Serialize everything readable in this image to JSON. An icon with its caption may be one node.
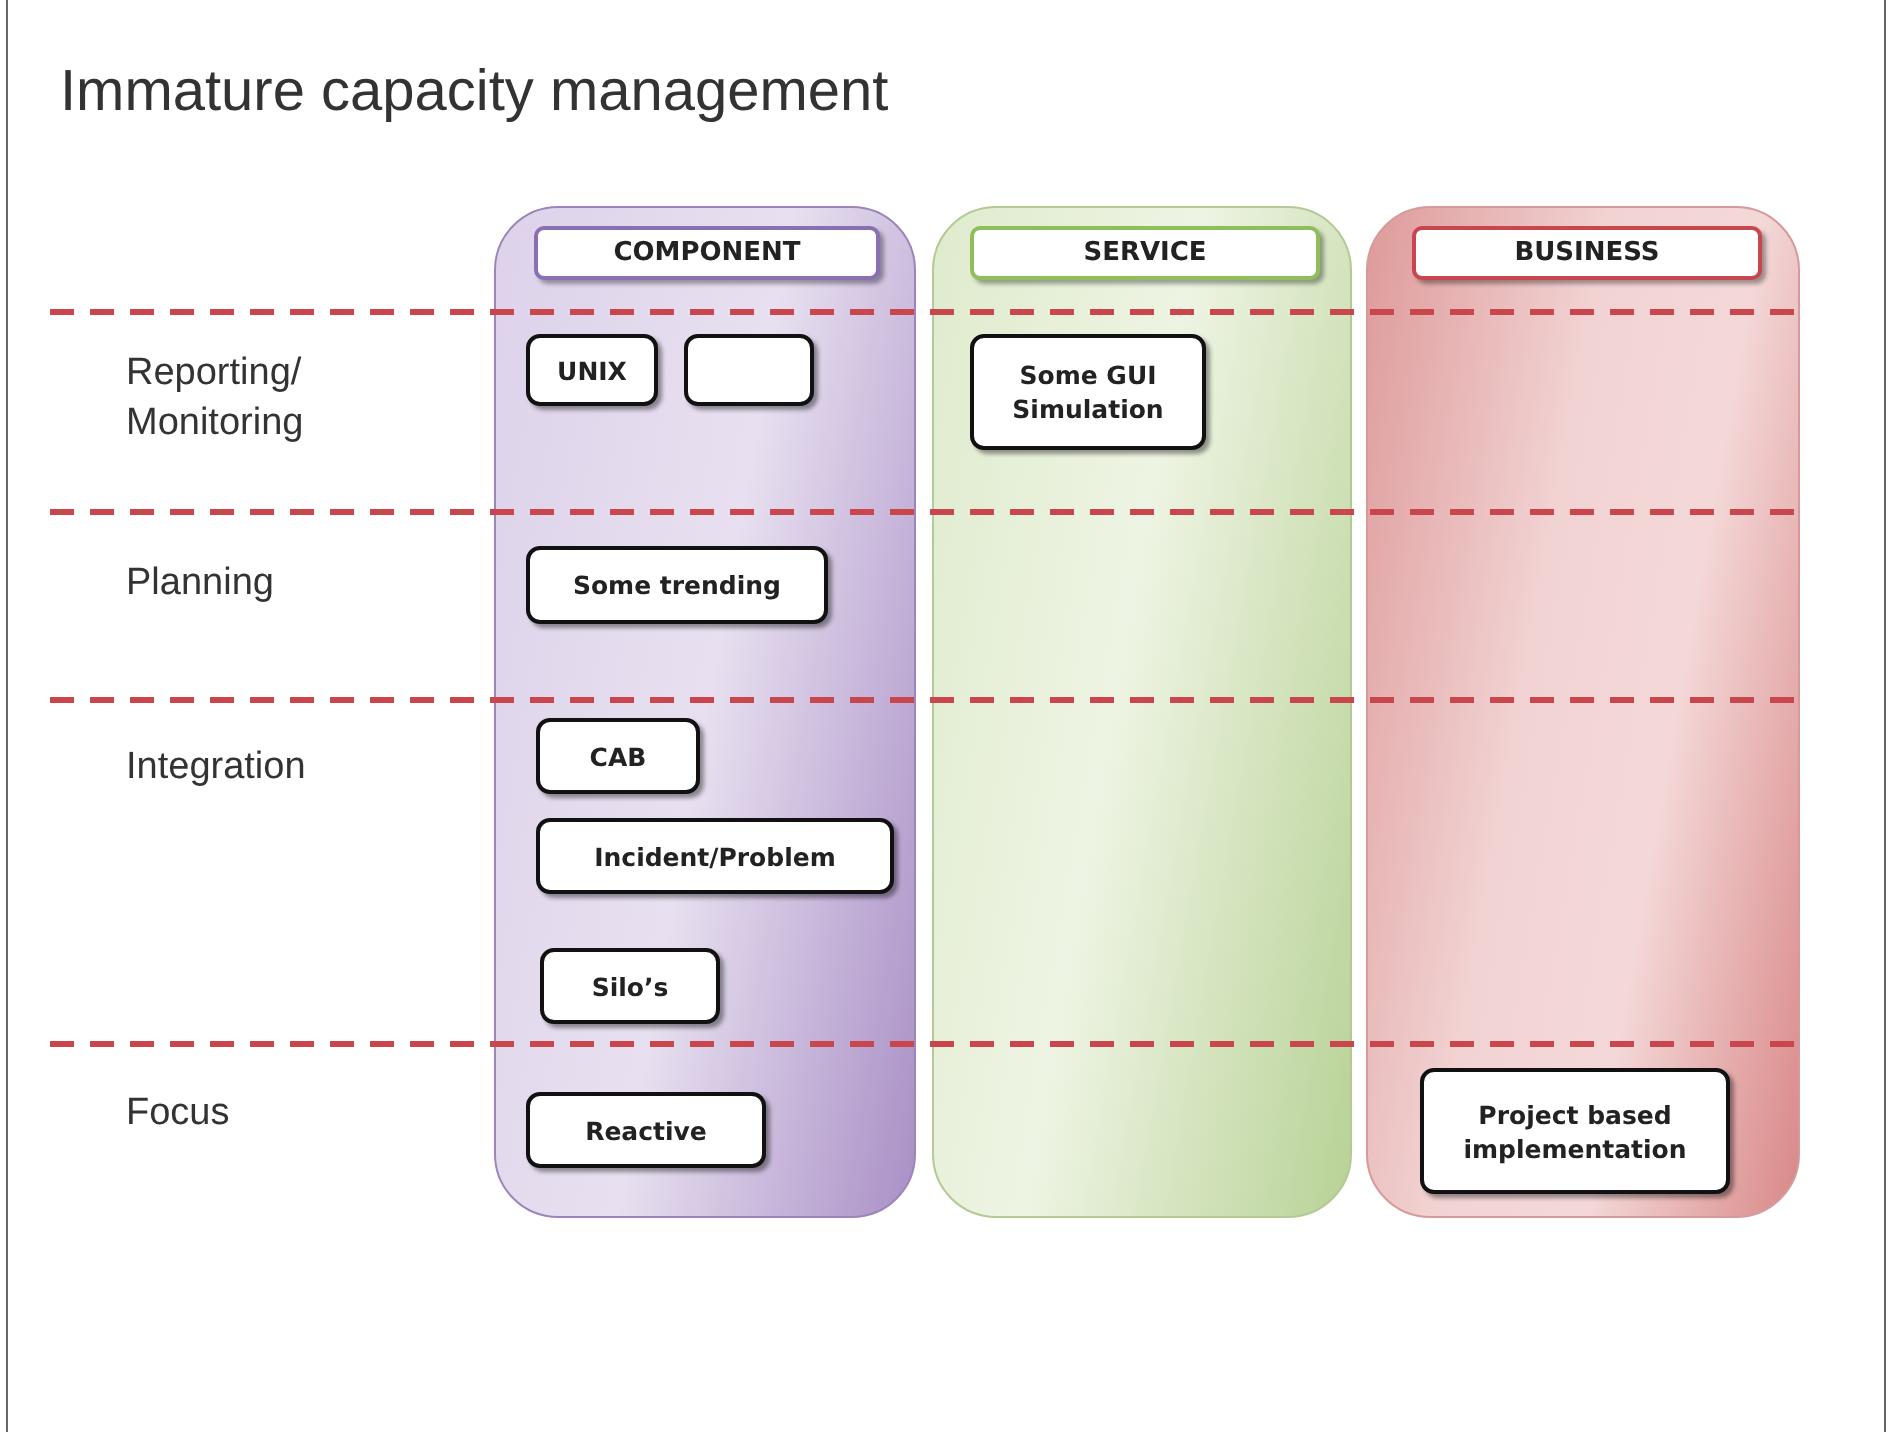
{
  "diagram": {
    "title": "Immature capacity management",
    "nodes": [
      {
        "text": [
          "COMPONENT"
        ]
      },
      {
        "text": [
          "UNIX"
        ],
        "in": 0
      },
      {
        "text": [],
        "shape": "box",
        "in": 0
      },
      {
        "text": [
          "Some trending"
        ],
        "in": 0
      },
      {
        "text": [
          "CAB"
        ],
        "in": 0
      },
      {
        "text": [
          "Incident/Problem"
        ],
        "in": 0
      },
      {
        "text": [
          "Silo’s"
        ],
        "in": 0
      },
      {
        "text": [
          "Reactive"
        ],
        "in": 0
      },
      {
        "text": [
          "SERVICE"
        ]
      },
      {
        "text": [
          "Some GUI Simulation"
        ],
        "in": 8
      },
      {
        "text": [
          "BUSINESS"
        ]
      },
      {
        "text": [
          "Project based implementation"
        ],
        "in": 10
      }
    ],
    "edges": [],
    "labels": [
      "Reporting/ Monitoring",
      "Planning",
      "Integration",
      "Focus"
    ]
  }
}
